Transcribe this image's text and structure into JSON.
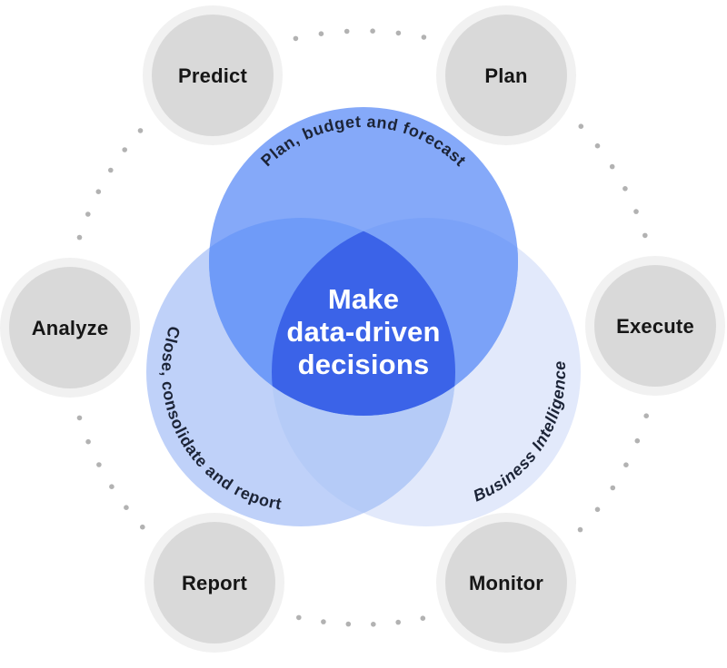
{
  "center_text": {
    "lines": [
      "Make",
      "data-driven",
      "decisions"
    ]
  },
  "venn": {
    "top": {
      "label": "Plan, budget and forecast"
    },
    "left": {
      "label": "Close, consolidate and report"
    },
    "right": {
      "label": "Business Intelligence"
    }
  },
  "nodes": [
    {
      "id": "predict",
      "label": "Predict"
    },
    {
      "id": "plan",
      "label": "Plan"
    },
    {
      "id": "analyze",
      "label": "Analyze"
    },
    {
      "id": "execute",
      "label": "Execute"
    },
    {
      "id": "report",
      "label": "Report"
    },
    {
      "id": "monitor",
      "label": "Monitor"
    }
  ],
  "colors": {
    "background": "#FFFFFF",
    "venn_top": "#85A9F9",
    "venn_left": "#BFD1F9",
    "venn_right": "#E2E9FB",
    "overlap_top_left": "#6F9BF8",
    "overlap_top_right": "#7BA2F8",
    "overlap_left_right": "#B5CBF7",
    "overlap_center": "#3B63E8",
    "node_fill": "#D9D9D9",
    "node_halo": "#F1F1F1",
    "node_text": "#161616",
    "curved_text": "#1C2437",
    "center_text": "#FFFFFF",
    "dots": "#B2B2B2"
  }
}
